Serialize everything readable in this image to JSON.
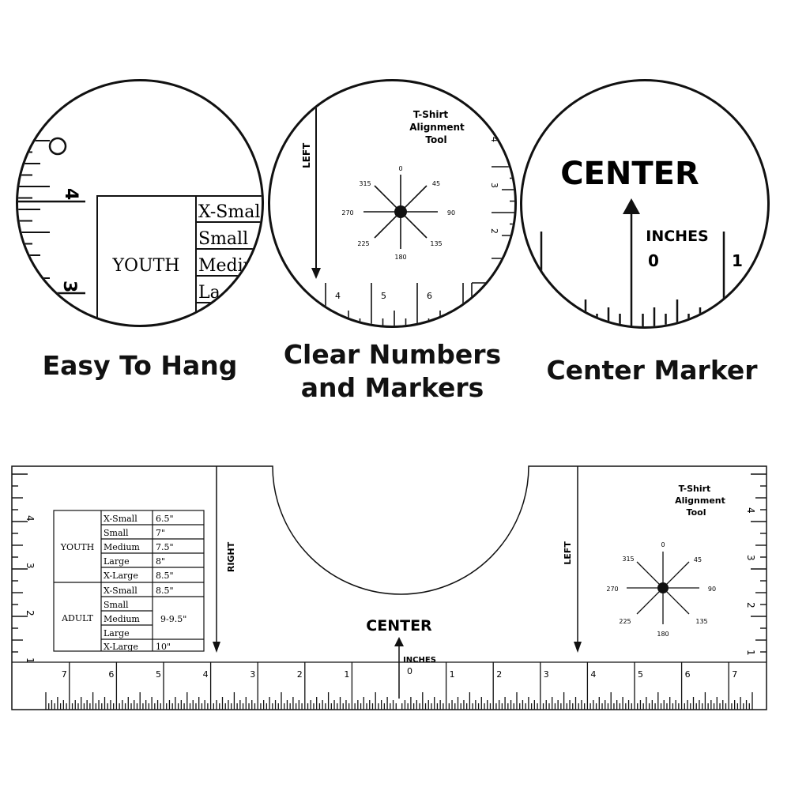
{
  "captions": {
    "hang": "Easy To Hang",
    "numbers_line1": "Clear Numbers",
    "numbers_line2": "and Markers",
    "center": "Center Marker"
  },
  "circle1": {
    "youth": "YOUTH",
    "sizes": [
      "X-Smal",
      "Small",
      "Mediu",
      "La"
    ],
    "numbers": [
      "4",
      "3"
    ]
  },
  "circle2": {
    "tool_title": [
      "T-Shirt",
      "Alignment",
      "Tool"
    ],
    "left": "LEFT",
    "angles": [
      "0",
      "45",
      "90",
      "135",
      "180",
      "225",
      "270",
      "315"
    ],
    "ruler_numbers": [
      "4",
      "5",
      "6"
    ],
    "side_numbers": [
      "4",
      "3",
      "2"
    ]
  },
  "circle3": {
    "center": "CENTER",
    "inches": "INCHES",
    "zero": "0",
    "one": "1"
  },
  "ruler": {
    "center": "CENTER",
    "inches": "INCHES",
    "right": "RIGHT",
    "left": "LEFT",
    "tool_title": [
      "T-Shirt",
      "Alignment",
      "Tool"
    ],
    "angles": [
      "0",
      "45",
      "90",
      "135",
      "180",
      "225",
      "270",
      "315"
    ],
    "bottom_numbers_left": [
      "7",
      "6",
      "5",
      "4",
      "3",
      "2",
      "1"
    ],
    "bottom_numbers_right": [
      "0",
      "1",
      "2",
      "3",
      "4",
      "5",
      "6",
      "7"
    ],
    "side_numbers": [
      "4",
      "3",
      "2",
      "1"
    ],
    "youth_label": "YOUTH",
    "adult_label": "ADULT",
    "youth_sizes": [
      {
        "size": "X-Small",
        "val": "6.5\""
      },
      {
        "size": "Small",
        "val": "7\""
      },
      {
        "size": "Medium",
        "val": "7.5\""
      },
      {
        "size": "Large",
        "val": "8\""
      },
      {
        "size": "X-Large",
        "val": "8.5\""
      }
    ],
    "adult_sizes": [
      {
        "size": "X-Small",
        "val": "8.5\""
      },
      {
        "size": "Small",
        "val": ""
      },
      {
        "size": "Medium",
        "val": "9-9.5\""
      },
      {
        "size": "Large",
        "val": ""
      },
      {
        "size": "X-Large",
        "val": "10\""
      }
    ]
  }
}
